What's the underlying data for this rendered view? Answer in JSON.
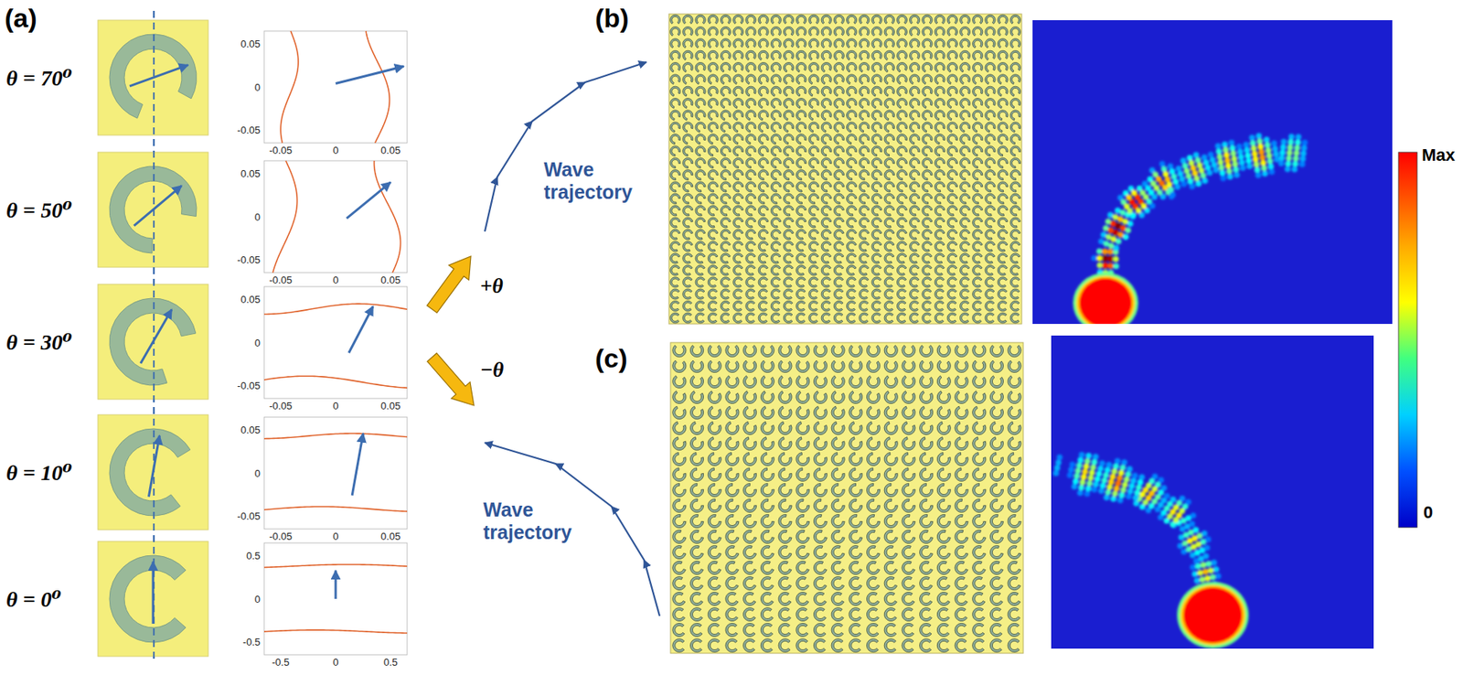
{
  "diagram": {
    "labels": [
      "(a)",
      "(b)",
      "(c)",
      "θ = 70⁰",
      "θ = 50⁰",
      "θ = 30⁰",
      "θ = 10⁰",
      "θ = 0⁰",
      "0.05",
      "0",
      "-0.05",
      "-0.05",
      "0",
      "0.05",
      "0.05",
      "0",
      "-0.05",
      "-0.05",
      "0",
      "0.05",
      "0.05",
      "0",
      "-0.05",
      "-0.05",
      "0",
      "0.05",
      "0.05",
      "0",
      "-0.05",
      "-0.05",
      "0",
      "0.05",
      "0.5",
      "0",
      "-0.5",
      "-0.5",
      "0",
      "0.5",
      "+θ",
      "−θ",
      "Wave trajectory",
      "Wave trajectory",
      "Max",
      "0"
    ]
  }
}
